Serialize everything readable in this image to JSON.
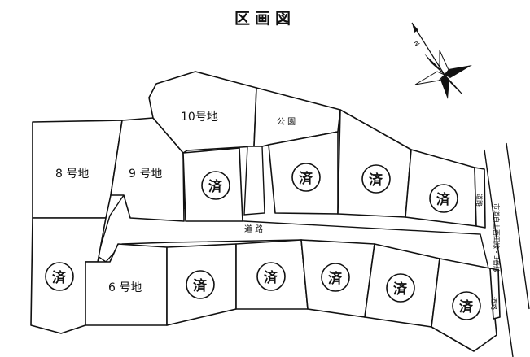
{
  "title": "区画図",
  "lots": {
    "lot8": "8 号地",
    "lot9": "9 号地",
    "lot10": "10号地",
    "lot6": "6 号地"
  },
  "park_label": "公 園",
  "road_label": "道 路",
  "sold_mark": "済",
  "sold_lot_count": 10,
  "small_label_upper": "道路",
  "small_label_lower": "道路",
  "main_road_label": "市道白土西田線・3番線",
  "north_mark": "N"
}
